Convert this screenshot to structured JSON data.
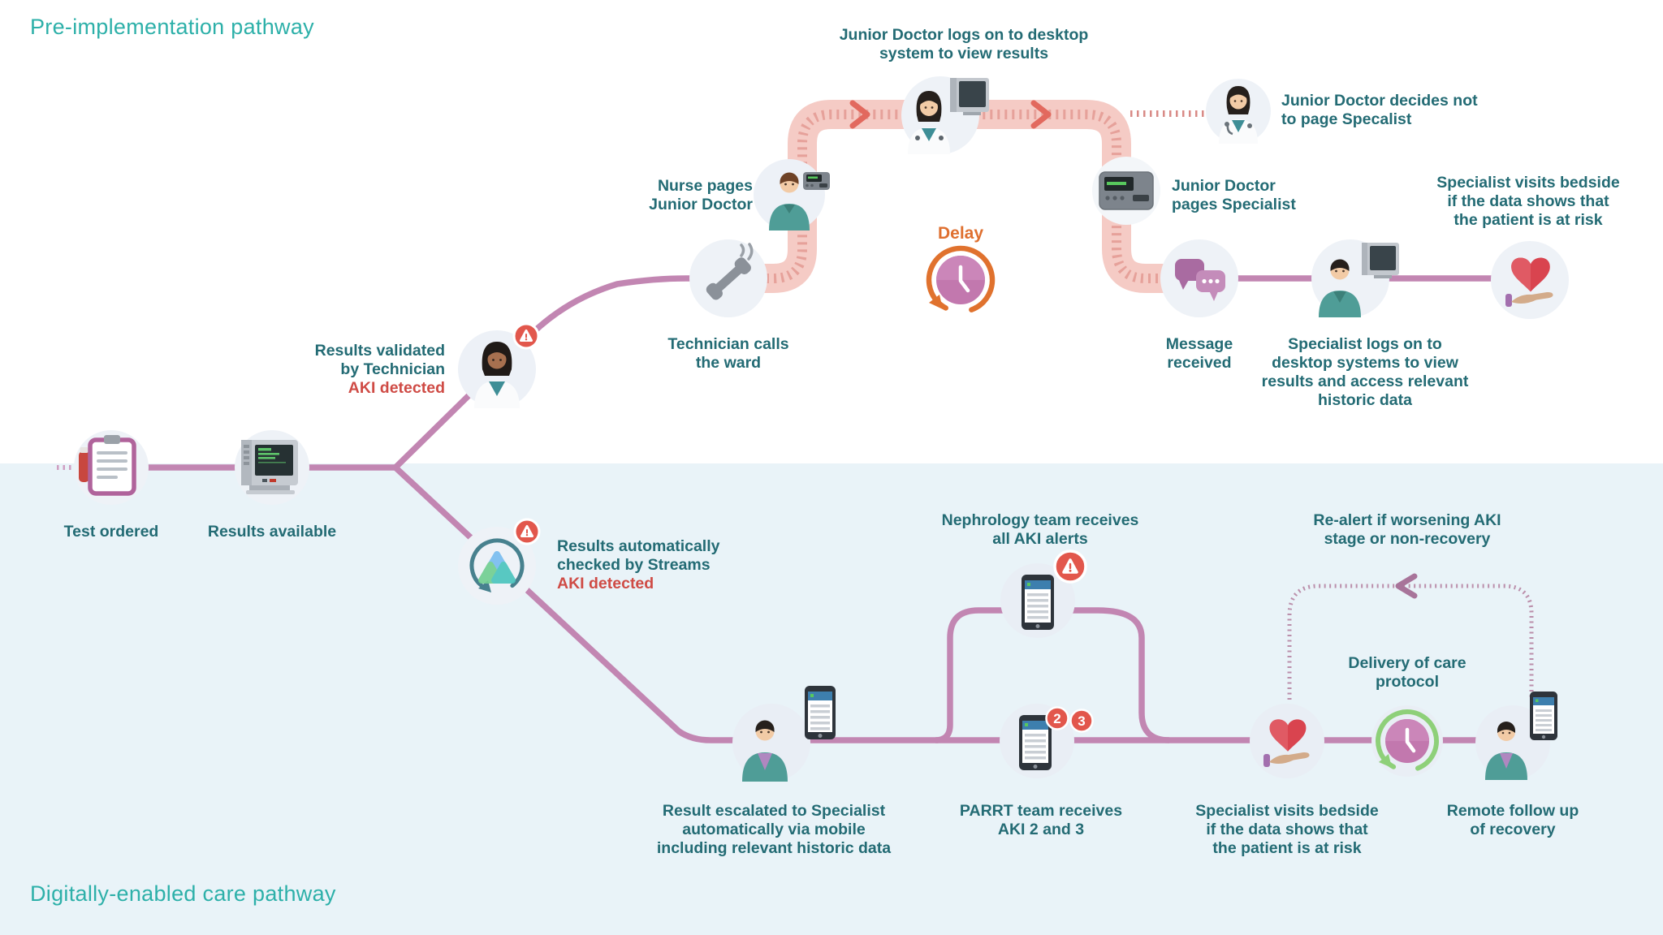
{
  "titles": {
    "top": "Pre-implementation pathway",
    "bottom": "Digitally-enabled care pathway"
  },
  "labels": {
    "jd_logs_on": {
      "lines": [
        "Junior Doctor logs on to desktop",
        "system to view results"
      ]
    },
    "jd_decides": {
      "lines": [
        "Junior Doctor decides not",
        "to page Specalist"
      ]
    },
    "nurse_pages": {
      "lines": [
        "Nurse pages",
        "Junior Doctor"
      ]
    },
    "delay": "Delay",
    "jd_pages": {
      "lines": [
        "Junior Doctor",
        "pages Specialist"
      ]
    },
    "specialist_visits_top": {
      "lines": [
        "Specialist visits bedside",
        "if the data shows that",
        "the patient is at risk"
      ]
    },
    "technician_calls": {
      "lines": [
        "Technician calls",
        "the ward"
      ]
    },
    "message_received": {
      "lines": [
        "Message",
        "received"
      ]
    },
    "specialist_logs": {
      "lines": [
        "Specialist logs on to",
        "desktop systems to view",
        "results and access relevant",
        "historic data"
      ]
    },
    "results_validated": {
      "lines": [
        "Results validated",
        "by Technician"
      ],
      "alert": "AKI detected"
    },
    "test_ordered": "Test ordered",
    "results_available": "Results available",
    "results_auto": {
      "lines": [
        "Results automatically",
        "checked by Streams"
      ],
      "alert": "AKI detected"
    },
    "nephrology": {
      "lines": [
        "Nephrology team receives",
        "all AKI alerts"
      ]
    },
    "re_alert": {
      "lines": [
        "Re-alert if worsening AKI",
        "stage or non-recovery"
      ]
    },
    "delivery": {
      "lines": [
        "Delivery of care",
        "protocol"
      ]
    },
    "result_escalated": {
      "lines": [
        "Result escalated to Specialist",
        "automatically via mobile",
        "including relevant historic data"
      ]
    },
    "parrt": {
      "lines": [
        "PARRT team receives",
        "AKI 2 and 3"
      ]
    },
    "specialist_visits_bottom": {
      "lines": [
        "Specialist visits bedside",
        "if the data shows that",
        "the patient is at risk"
      ]
    },
    "remote": {
      "lines": [
        "Remote follow up",
        "of recovery"
      ]
    },
    "badges": {
      "two": "2",
      "three": "3"
    }
  },
  "icons": {
    "test_ordered": "clipboard-and-vial-icon",
    "results_available": "crt-monitor-icon",
    "technician": "technician-avatar-icon",
    "phone_call": "telephone-handset-icon",
    "nurse": "nurse-with-pager-icon",
    "jd_desktop": "doctor-at-desktop-icon",
    "jd_avatar": "junior-doctor-avatar-icon",
    "pager": "pager-device-icon",
    "delay_clock": "delay-clock-icon",
    "message": "chat-bubbles-icon",
    "specialist_desktop": "specialist-at-desktop-icon",
    "heart_hand": "heart-in-hand-icon",
    "streams": "streams-app-refresh-icon",
    "specialist_mobile": "specialist-with-phone-icon",
    "alert_phone": "smartphone-alert-icon",
    "care_clock": "care-protocol-clock-icon",
    "remote_guy": "clinician-with-phone-icon",
    "alert_badge": "aki-alert-badge-icon"
  },
  "colors": {
    "title_teal": "#2db0a9",
    "label_ink": "#236b74",
    "alert_red": "#cf4b45",
    "line_purple": "#c286b2",
    "band_pink": "#f5cbc5",
    "band_dash": "#df8e88",
    "chevron_salmon": "#e2695e",
    "delay_orange": "#df7030",
    "loop_dotted_mauve": "#bb8fab",
    "badge_red": "#e2574c",
    "green_arrow": "#8ed079",
    "clock_purple": "#c278ae",
    "bg_bottom": "#e9f3f8",
    "bg_top": "#ffffff"
  }
}
